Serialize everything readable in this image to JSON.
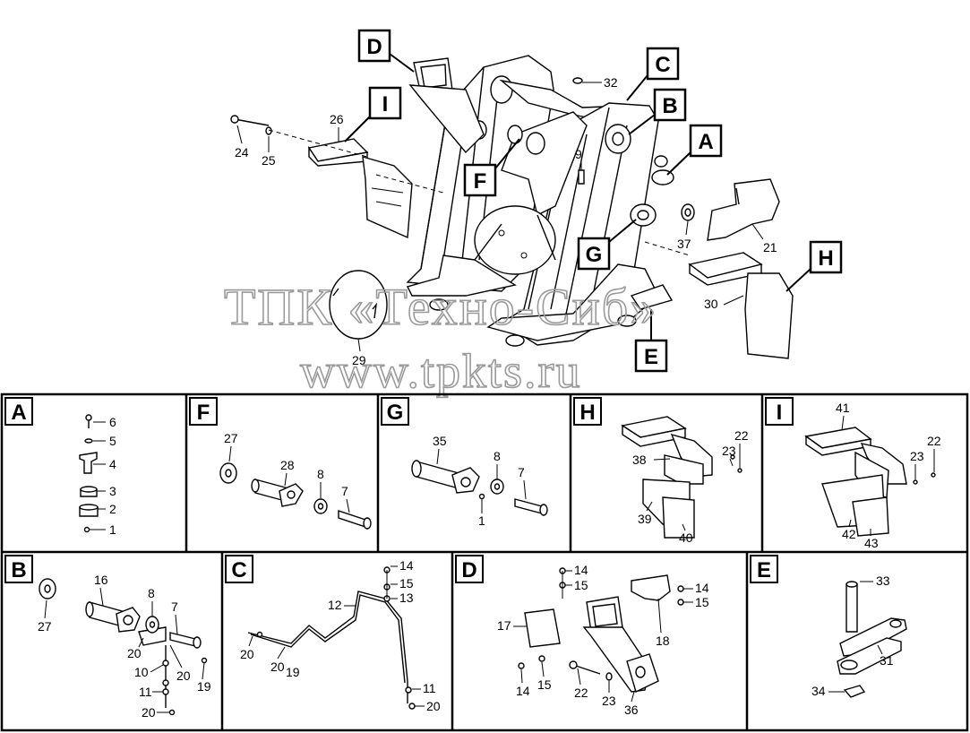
{
  "watermark": {
    "line1": "ТПК «Техно-Сиб»",
    "line2": "www.tpkts.ru"
  },
  "main": {
    "callouts": [
      "D",
      "C",
      "B",
      "A",
      "I",
      "F",
      "G",
      "H",
      "E"
    ],
    "part_numbers": [
      "32",
      "26",
      "24",
      "25",
      "9",
      "37",
      "21",
      "30",
      "29"
    ]
  },
  "panels": {
    "A": {
      "letter": "A",
      "numbers": [
        "6",
        "5",
        "4",
        "3",
        "2",
        "1"
      ]
    },
    "F": {
      "letter": "F",
      "numbers": [
        "27",
        "28",
        "8",
        "7"
      ]
    },
    "G": {
      "letter": "G",
      "numbers": [
        "35",
        "8",
        "7",
        "1"
      ]
    },
    "H": {
      "letter": "H",
      "numbers": [
        "22",
        "23",
        "38",
        "39",
        "40"
      ]
    },
    "I": {
      "letter": "I",
      "numbers": [
        "41",
        "22",
        "23",
        "42",
        "43"
      ]
    },
    "B": {
      "letter": "B",
      "numbers": [
        "16",
        "8",
        "7",
        "27",
        "20",
        "20",
        "10",
        "19",
        "11",
        "20"
      ]
    },
    "C": {
      "letter": "C",
      "numbers": [
        "14",
        "15",
        "13",
        "12",
        "20",
        "20",
        "19",
        "11",
        "20"
      ]
    },
    "D": {
      "letter": "D",
      "numbers": [
        "14",
        "15",
        "14",
        "15",
        "17",
        "18",
        "14",
        "15",
        "22",
        "23",
        "36"
      ]
    },
    "E": {
      "letter": "E",
      "numbers": [
        "33",
        "31",
        "34"
      ]
    }
  }
}
